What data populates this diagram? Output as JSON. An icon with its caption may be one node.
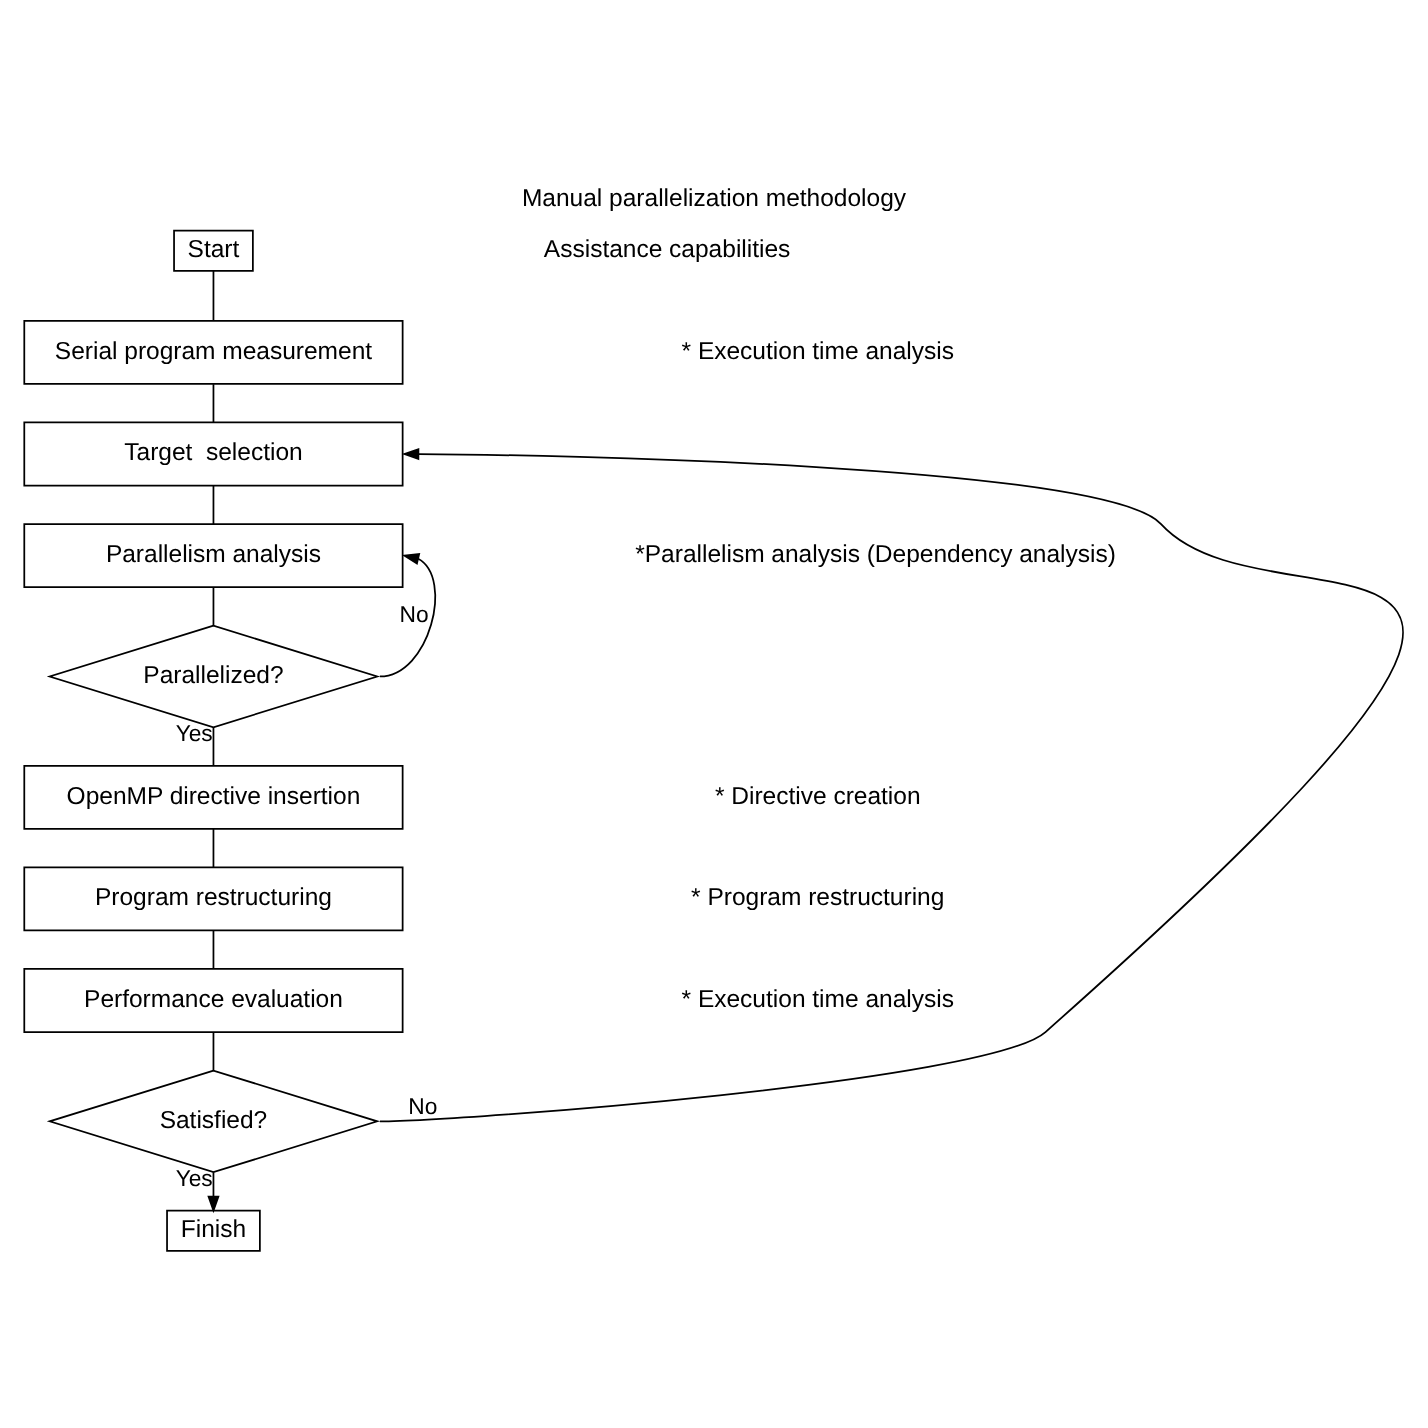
{
  "diagram": {
    "title": "Manual parallelization methodology",
    "nodes": [
      {
        "text": [
          "Start"
        ]
      },
      {
        "text": [
          "Serial program measurement"
        ]
      },
      {
        "text": [
          "Target  selection"
        ]
      },
      {
        "text": [
          "Parallelism analysis"
        ]
      },
      {
        "text": [
          "Parallelized?"
        ]
      },
      {
        "text": [
          "OpenMP directive insertion"
        ]
      },
      {
        "text": [
          "Program restructuring"
        ]
      },
      {
        "text": [
          "Performance evaluation"
        ]
      },
      {
        "text": [
          "Satisfied?"
        ]
      },
      {
        "text": [
          "Finish"
        ]
      }
    ],
    "edges": [
      {
        "from": 0,
        "to": 1,
        "arrow": "none"
      },
      {
        "from": 1,
        "to": 2,
        "arrow": "none"
      },
      {
        "from": 2,
        "to": 3,
        "arrow": "none"
      },
      {
        "from": 3,
        "to": 4,
        "arrow": "none"
      },
      {
        "from": 4,
        "to": 5,
        "label": "Yes",
        "arrow": "none"
      },
      {
        "from": 5,
        "to": 6,
        "arrow": "none"
      },
      {
        "from": 6,
        "to": 7,
        "arrow": "none"
      },
      {
        "from": 7,
        "to": 8,
        "arrow": "none"
      },
      {
        "from": 8,
        "to": 9,
        "label": "Yes",
        "arrow": "to"
      },
      {
        "from": 4,
        "to": 3,
        "label": "No",
        "arrow": "to"
      },
      {
        "from": 8,
        "to": 2,
        "label": "No",
        "arrow": "to"
      }
    ],
    "labels": [
      "Assistance capabilities",
      "* Execution time analysis",
      "*Parallelism analysis (Dependency analysis)",
      "* Directive creation",
      "* Program restructuring",
      "* Execution time analysis"
    ]
  }
}
